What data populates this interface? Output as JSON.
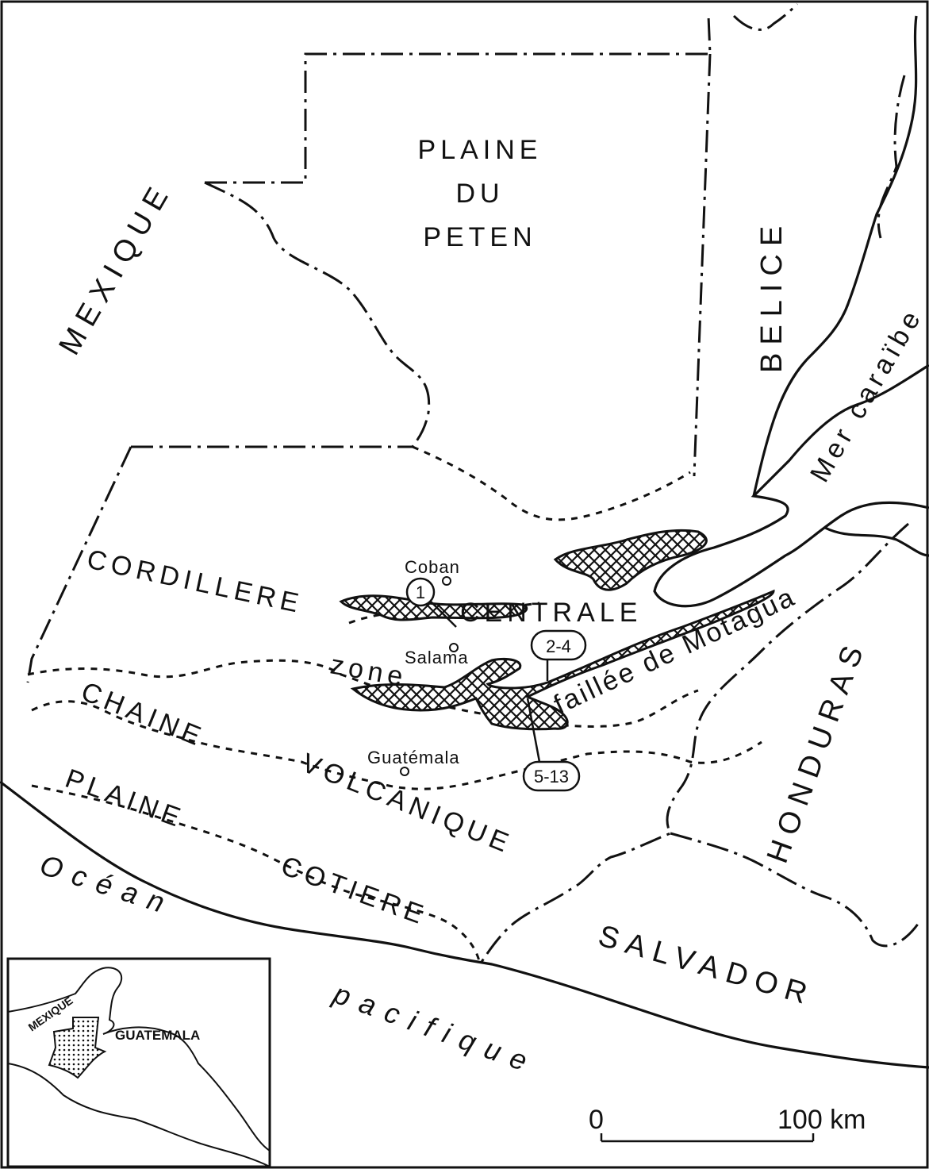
{
  "map": {
    "labels": {
      "mexique": "MEXIQUE",
      "plaine1": "PLAINE",
      "plaine2": "DU",
      "plaine3": "PETEN",
      "belice": "BELICE",
      "mer": "Mer caraïbe",
      "cordillere": "CORDILLERE",
      "centrale": "CENTRALE",
      "zone": "zone",
      "faillee": "faillée de Motagua",
      "chaine": "CHAINE",
      "volcanique": "VOLCANIQUE",
      "plaine_cot": "PLAINE",
      "cotiere": "COTIERE",
      "ocean": "Océan",
      "pacifique": "pacifique",
      "honduras": "HONDURAS",
      "salvador": "SALVADOR",
      "coban": "Coban",
      "salama": "Salama",
      "guatemala_city": "Guatémala"
    },
    "sites": {
      "site1": "1",
      "site2": "2-4",
      "site3": "5-13"
    },
    "scale": {
      "start": "0",
      "end": "100 km"
    },
    "inset": {
      "mexique": "MEXIQUE",
      "guatemala": "GUATEMALA"
    }
  }
}
